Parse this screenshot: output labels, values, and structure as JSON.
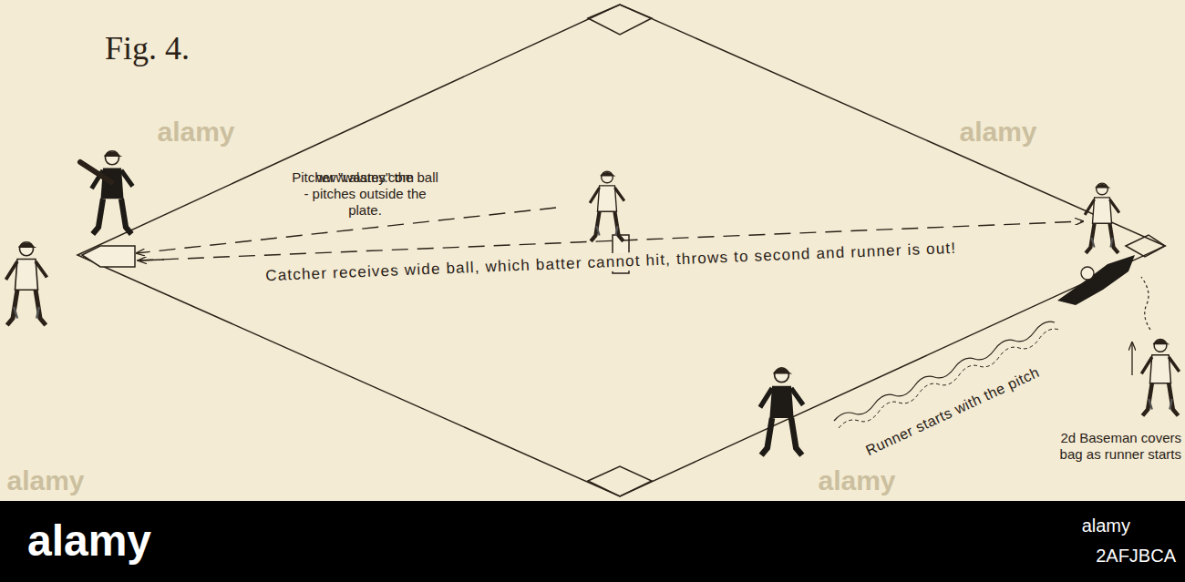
{
  "diagram": {
    "title": "Fig. 4.",
    "labels": [
      "Pitcher \"wastes\" the ball - pitches outside the plate.",
      "Catcher receives wide ball, which batter cannot hit, throws to second and runner is out!",
      "Runner starts with the pitch",
      "2d Baseman covers bag as runner starts",
      "alamy",
      "alamy",
      "alamy",
      "alamy",
      "alamy",
      "alamy",
      "2AFJBCA",
      "www.alamy.com"
    ]
  }
}
